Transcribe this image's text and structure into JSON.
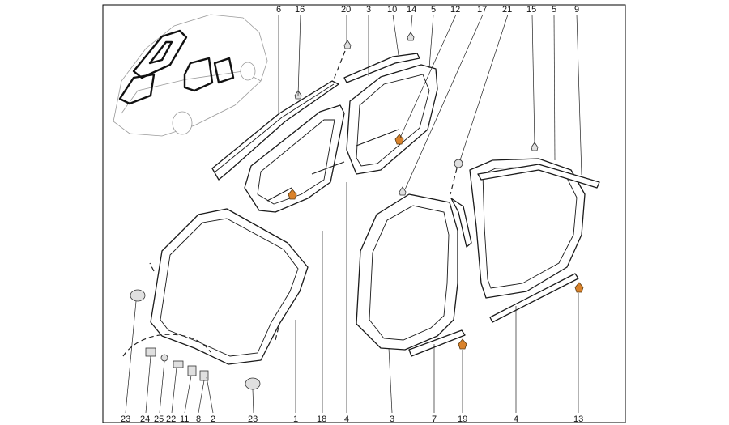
{
  "diagram": {
    "callouts_top": [
      "6",
      "16",
      "20",
      "3",
      "10",
      "14",
      "5",
      "12",
      "17",
      "21",
      "15",
      "5",
      "9"
    ],
    "callouts_bottom": [
      "23",
      "24",
      "25",
      "22",
      "11",
      "8",
      "2",
      "23",
      "1",
      "18",
      "4",
      "3",
      "7",
      "19",
      "4",
      "13"
    ],
    "colors": {
      "line": "#1a1a1a",
      "clip_orange": "#d9822b",
      "frame": "#000000"
    }
  }
}
